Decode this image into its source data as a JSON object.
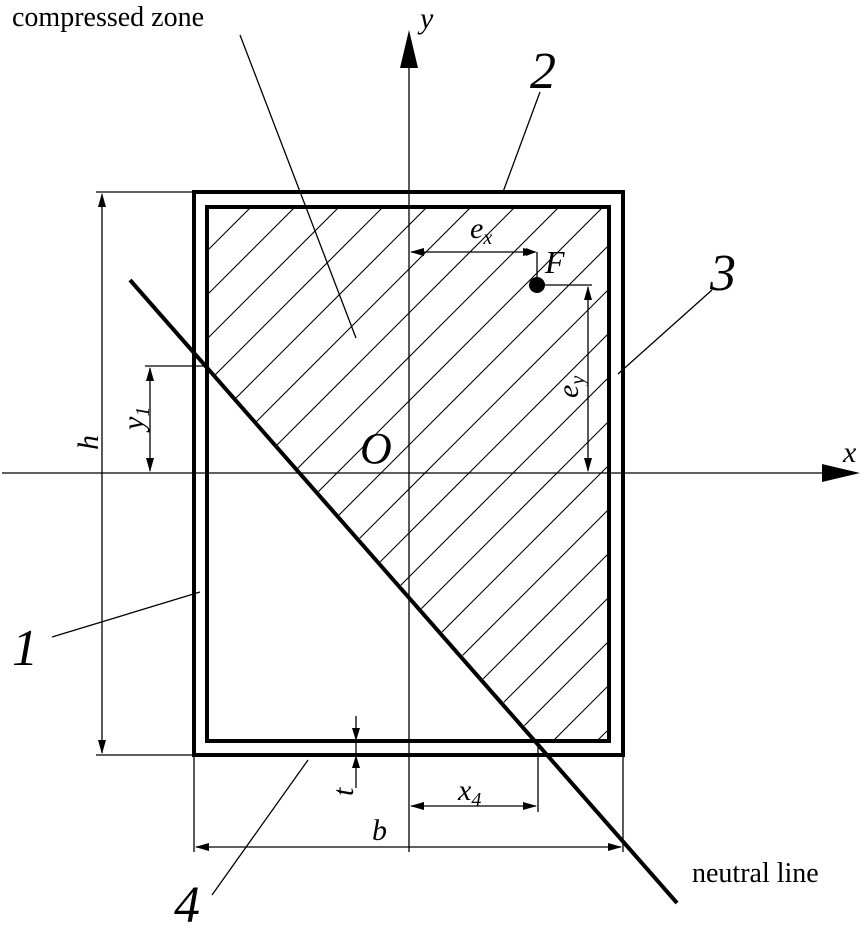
{
  "labels": {
    "compressed_zone": "compressed zone",
    "neutral_line": "neutral line",
    "axis_x": "x",
    "axis_y": "y",
    "origin": "O",
    "force": "F",
    "ex_main": "e",
    "ex_sub": "x",
    "ey_main": "e",
    "ey_sub": "y",
    "h": "h",
    "b": "b",
    "t": "t",
    "y1_main": "y",
    "y1_sub": "1",
    "x4_main": "x",
    "x4_sub": "4",
    "part_1": "1",
    "part_2": "2",
    "part_3": "3",
    "part_4": "4"
  }
}
